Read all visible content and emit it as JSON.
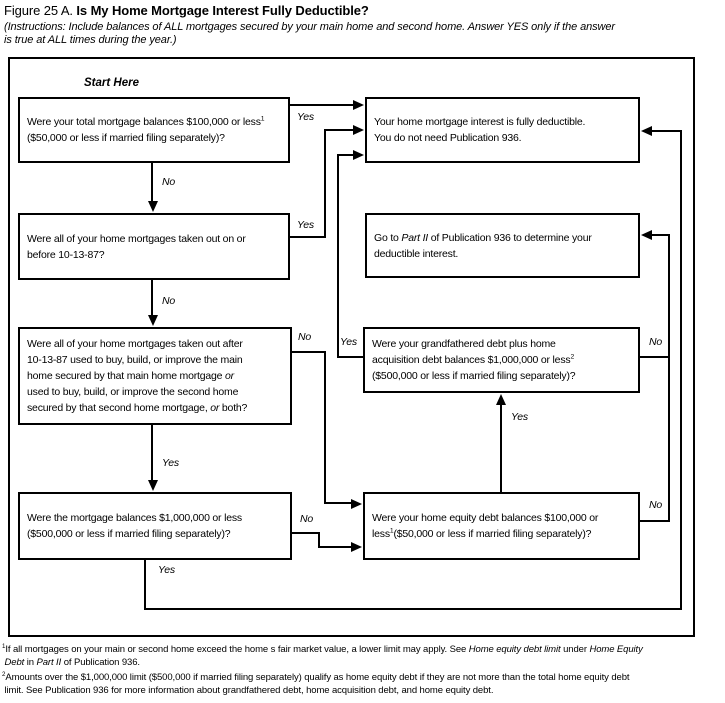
{
  "title": {
    "runs": [
      {
        "t": "Figure 25 A. "
      },
      {
        "t": "Is My Home Mortgage Interest Fully Deductible?",
        "b": true
      }
    ]
  },
  "instructions": {
    "line1": "(Instructions: Include balances of ALL mortgages secured by your main home and second home. Answer YES only if the answer",
    "line2": "is true at ALL times during the year.)"
  },
  "start_here": "Start Here",
  "labels": {
    "yes": "Yes",
    "no": "No"
  },
  "boxes": {
    "q1": {
      "runs": [
        {
          "t": "Were your total mortgage balances $100,000 or less"
        },
        {
          "t": "1",
          "sup": true
        },
        {
          "br": true
        },
        {
          "t": "($50,000 or less if married filing separately)?"
        }
      ]
    },
    "q2": {
      "runs": [
        {
          "t": "Were all of your home mortgages taken out on or"
        },
        {
          "br": true
        },
        {
          "t": "before 10-13-87?"
        }
      ]
    },
    "q3": {
      "runs": [
        {
          "t": "Were all of your home mortgages taken out after"
        },
        {
          "br": true
        },
        {
          "t": "10-13-87 used to buy, build, or improve the main"
        },
        {
          "br": true
        },
        {
          "t": "home secured by that main home mortgage "
        },
        {
          "t": "or",
          "i": true
        },
        {
          "br": true
        },
        {
          "t": "used to buy, build, or improve the second home"
        },
        {
          "br": true
        },
        {
          "t": "secured by that second home mortgage, "
        },
        {
          "t": "or",
          "i": true
        },
        {
          "t": " both?"
        }
      ]
    },
    "q4": {
      "runs": [
        {
          "t": "Were the mortgage balances $1,000,000 or less"
        },
        {
          "br": true
        },
        {
          "t": "($500,000 or less if married filing separately)?"
        }
      ]
    },
    "fully_deductible": {
      "runs": [
        {
          "t": "Your home mortgage interest is fully deductible."
        },
        {
          "br": true
        },
        {
          "t": "You do not need Publication 936."
        }
      ]
    },
    "go_part2": {
      "runs": [
        {
          "t": "Go to "
        },
        {
          "t": "Part II",
          "i": true
        },
        {
          "t": " of Publication 936 to determine your"
        },
        {
          "br": true
        },
        {
          "t": "deductible interest."
        }
      ]
    },
    "grandfathered": {
      "runs": [
        {
          "t": "Were your grandfathered debt plus home"
        },
        {
          "br": true
        },
        {
          "t": "acquisition debt balances $1,000,000 or less"
        },
        {
          "t": "2",
          "sup": true
        },
        {
          "br": true
        },
        {
          "t": "($500,000 or less if married filing separately)?"
        }
      ]
    },
    "home_equity": {
      "runs": [
        {
          "t": "Were your home equity debt balances $100,000 or"
        },
        {
          "br": true
        },
        {
          "t": "less"
        },
        {
          "t": "1",
          "sup": true
        },
        {
          "t": "($50,000 or less if married filing separately)?"
        }
      ]
    }
  },
  "footnotes": {
    "f1": {
      "runs": [
        {
          "t": "1",
          "sup": true
        },
        {
          "t": "If all mortgages on your main or second home exceed the home s fair market value, a lower limit may apply. See "
        },
        {
          "t": "Home equity debt limit",
          "i": true
        },
        {
          "t": " under "
        },
        {
          "t": "Home Equity",
          "i": true
        },
        {
          "br": true
        },
        {
          "t": " "
        },
        {
          "t": "Debt",
          "i": true
        },
        {
          "t": " in "
        },
        {
          "t": "Part II",
          "i": true
        },
        {
          "t": " of Publication 936."
        }
      ]
    },
    "f2": {
      "runs": [
        {
          "t": "2",
          "sup": true
        },
        {
          "t": "Amounts over the $1,000,000 limit ($500,000 if married filing separately) qualify as home equity debt if they are not more than the total home equity debt"
        },
        {
          "br": true
        },
        {
          "t": " limit. See Publication 936 for more information about grandfathered debt, home acquisition debt, and home equity debt."
        }
      ]
    }
  }
}
